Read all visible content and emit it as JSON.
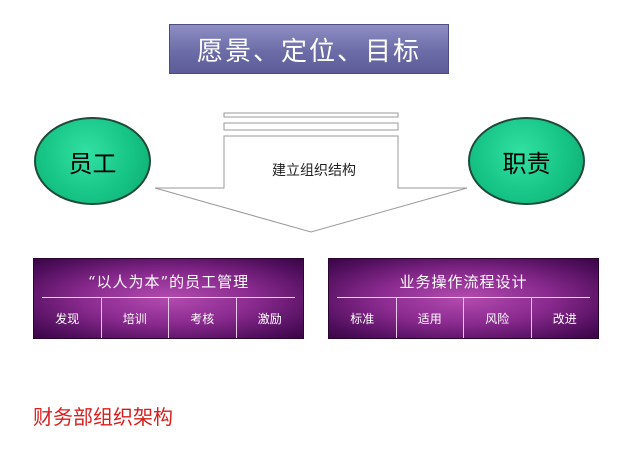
{
  "title": "愿景、定位、目标",
  "arrow_label": "建立组织结构",
  "circles": {
    "left": "员工",
    "right": "职责"
  },
  "panels": {
    "left": {
      "title": "“以人为本”的员工管理",
      "cells": [
        "发现",
        "培训",
        "考核",
        "激励"
      ]
    },
    "right": {
      "title": "业务操作流程设计",
      "cells": [
        "标准",
        "适用",
        "风险",
        "改进"
      ]
    }
  },
  "caption": "财务部组织架构",
  "colors": {
    "title_bg": "#6c6ca8",
    "circle_fill": "#16c585",
    "panel_fill": "#8a2a8f",
    "caption_text": "#d81e1e"
  }
}
